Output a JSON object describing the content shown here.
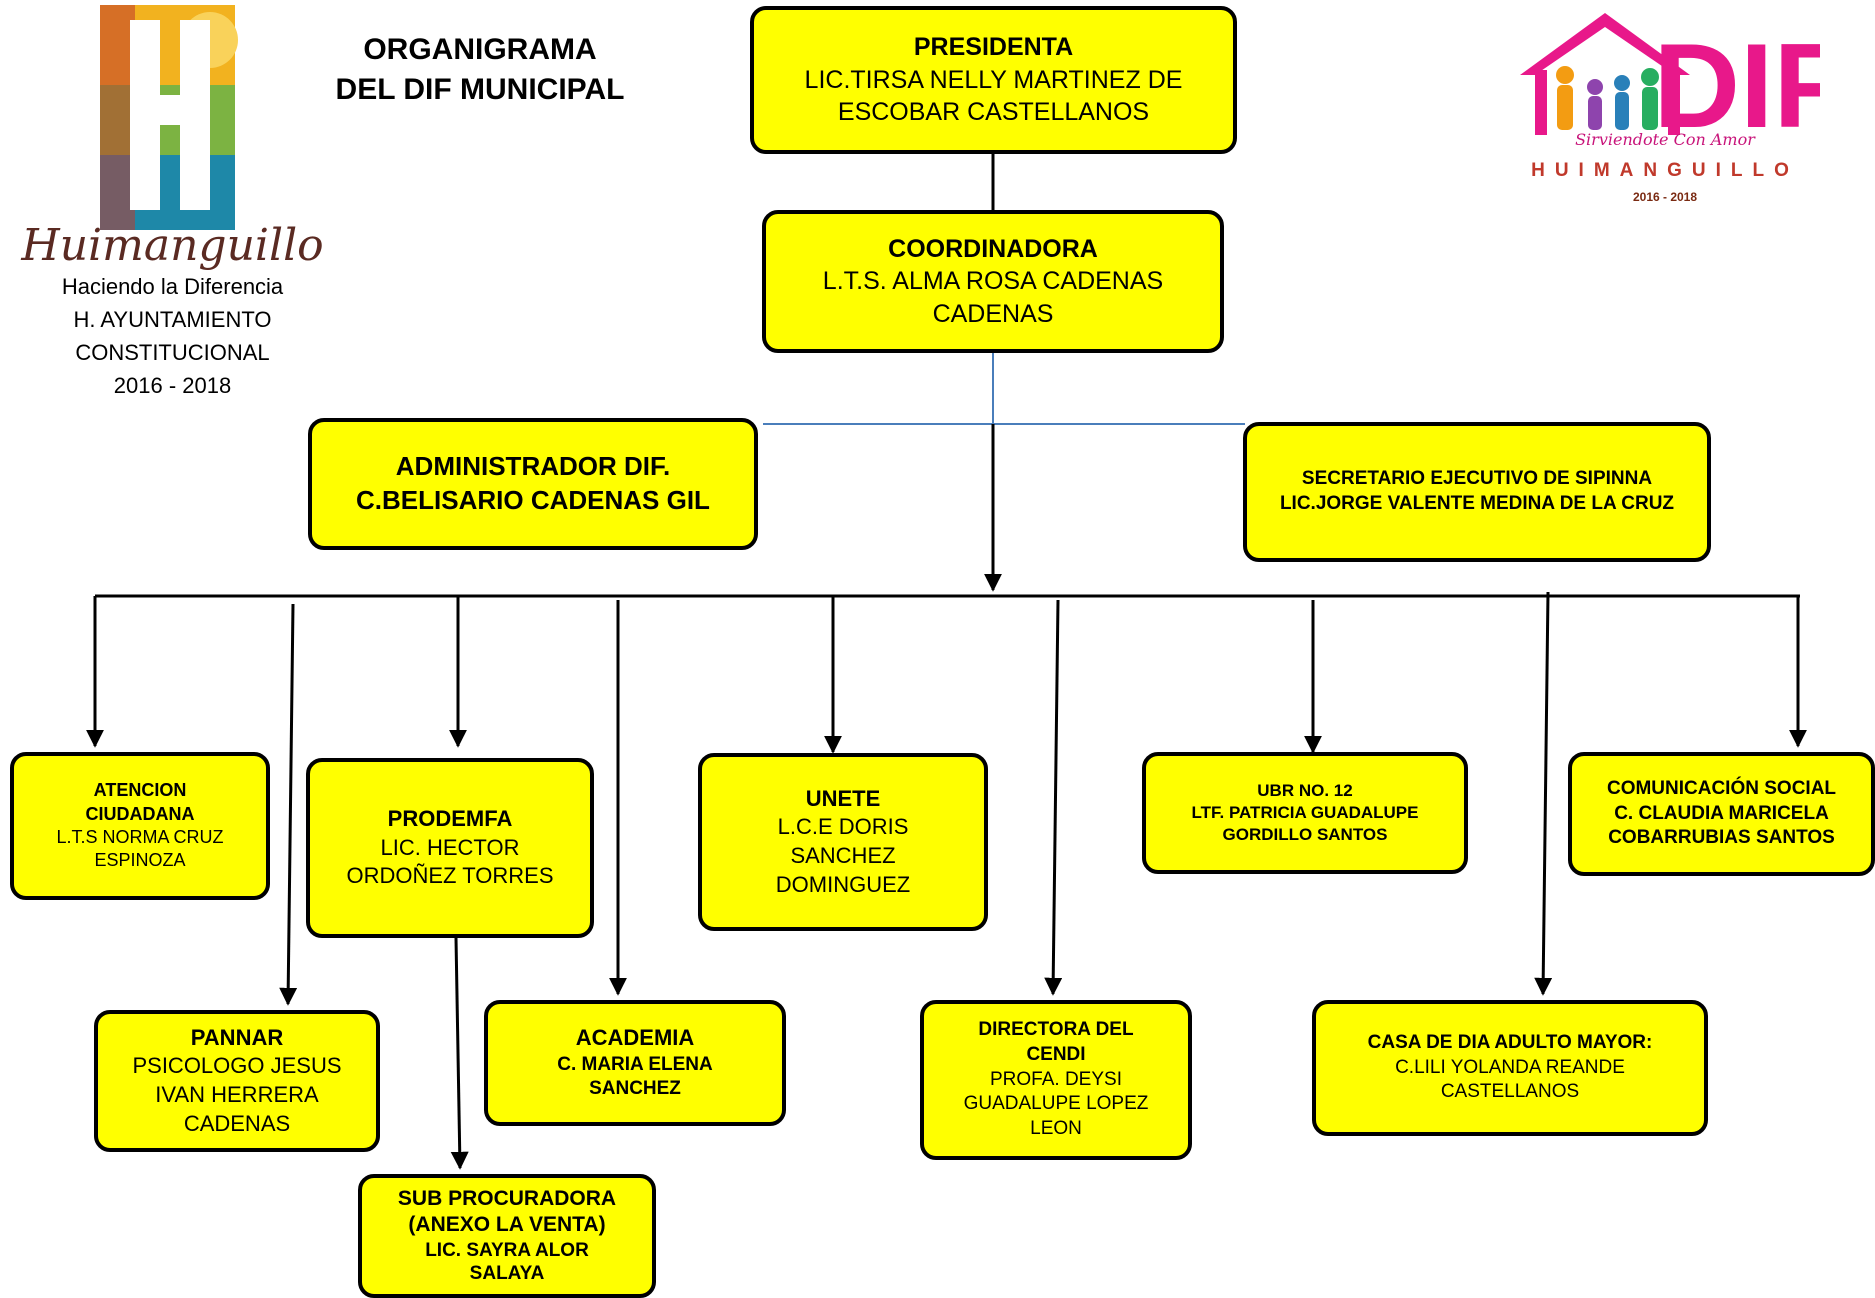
{
  "header": {
    "title_line1": "ORGANIGRAMA",
    "title_line2": "DEL DIF MUNICIPAL"
  },
  "left_logo": {
    "script_name": "Huimanguillo",
    "lines": [
      "Haciendo la Diferencia",
      "H. AYUNTAMIENTO",
      "CONSTITUCIONAL",
      "2016 - 2018"
    ]
  },
  "right_logo": {
    "brand": "DIF",
    "slogan": "Sirviendote Con Amor",
    "city": "HUIMANGUILLO",
    "years": "2016 - 2018"
  },
  "colors": {
    "box_fill": "#ffff00",
    "box_border": "#000000",
    "connector_blue": "#4a7ebb",
    "logo_dif_pink": "#e8188a"
  },
  "nodes": {
    "presidenta": {
      "title": "PRESIDENTA",
      "line1": "LIC.TIRSA NELLY MARTINEZ DE",
      "line2": "ESCOBAR CASTELLANOS"
    },
    "coordinadora": {
      "title": "COORDINADORA",
      "line1": "L.T.S. ALMA ROSA CADENAS",
      "line2": "CADENAS"
    },
    "administrador": {
      "title": "ADMINISTRADOR DIF.",
      "line1": "C.BELISARIO CADENAS GIL"
    },
    "secretario": {
      "title": "SECRETARIO EJECUTIVO DE SIPINNA",
      "line1": "LIC.JORGE VALENTE MEDINA DE LA CRUZ"
    },
    "atencion": {
      "title1": "ATENCION",
      "title2": "CIUDADANA",
      "line1": "L.T.S NORMA CRUZ",
      "line2": "ESPINOZA"
    },
    "prodemfa": {
      "title": "PRODEMFA",
      "line1": "LIC. HECTOR",
      "line2": "ORDOÑEZ TORRES"
    },
    "unete": {
      "title": "UNETE",
      "line1": "L.C.E DORIS",
      "line2": "SANCHEZ",
      "line3": "DOMINGUEZ"
    },
    "ubr": {
      "title": "UBR NO. 12",
      "line1": "LTF. PATRICIA GUADALUPE",
      "line2": "GORDILLO SANTOS"
    },
    "comunicacion": {
      "title": "COMUNICACIÓN SOCIAL",
      "line1": "C. CLAUDIA MARICELA",
      "line2": "COBARRUBIAS SANTOS"
    },
    "pannar": {
      "title": "PANNAR",
      "line1": "PSICOLOGO JESUS",
      "line2": "IVAN HERRERA",
      "line3": "CADENAS"
    },
    "academia": {
      "title": "ACADEMIA",
      "line1": "C. MARIA ELENA",
      "line2": "SANCHEZ"
    },
    "cendi": {
      "title1": "DIRECTORA DEL",
      "title2": "CENDI",
      "line1": "PROFA. DEYSI",
      "line2": "GUADALUPE LOPEZ",
      "line3": "LEON"
    },
    "casa": {
      "title": "CASA DE DIA ADULTO MAYOR:",
      "line1": "C.LILI YOLANDA REANDE",
      "line2": "CASTELLANOS"
    },
    "subprocuradora": {
      "title1": "SUB PROCURADORA",
      "title2": "(ANEXO LA VENTA)",
      "line1": "LIC. SAYRA ALOR",
      "line2": "SALAYA"
    }
  }
}
